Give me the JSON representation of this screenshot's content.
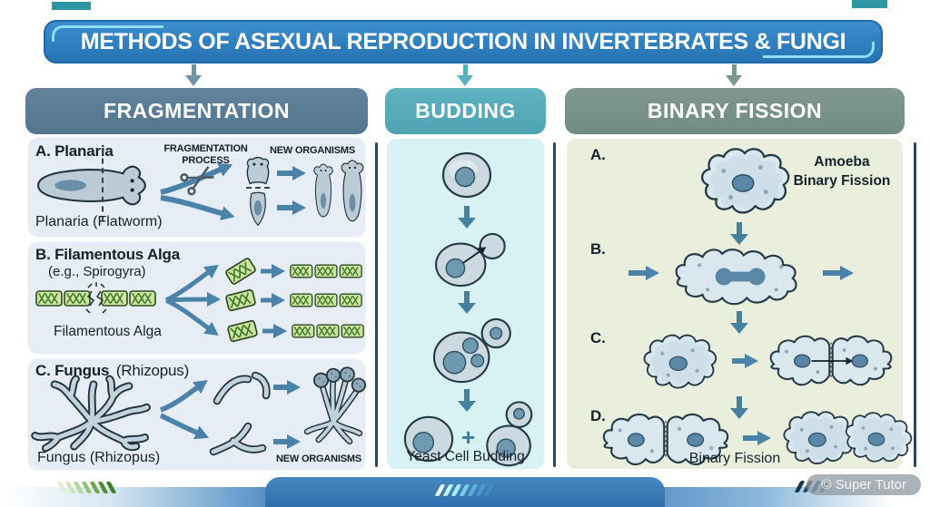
{
  "title": {
    "text": "METHODS OF ASEXUAL REPRODUCTION IN INVERTEBRATES & FUNGI"
  },
  "fragmentation": {
    "header": "FRAGMENTATION",
    "planaria": {
      "label": "A. Planaria",
      "process_top": "FRAGMENTATION",
      "process_bottom": "PROCESS",
      "new_organisms": "NEW ORGANISMS",
      "caption": "Planaria (Flatworm)"
    },
    "alga": {
      "label": "B. Filamentous Alga",
      "sublabel": "(e.g., Spirogyra)",
      "caption": "Filamentous Alga"
    },
    "fungus": {
      "label_bold": "C. Fungus",
      "label_normal": "(Rhizopus)",
      "caption": "Fungus (Rhizopus)",
      "new_organisms": "NEW ORGANISMS"
    }
  },
  "budding": {
    "header": "BUDDING",
    "plus": "+",
    "caption": "Yeast Cell Budding"
  },
  "binary_fission": {
    "header": "BINARY FISSION",
    "step_a": "A.",
    "step_b": "B.",
    "step_c": "C.",
    "step_d": "D.",
    "amoeba_line1": "Amoeba",
    "amoeba_line2": "Binary Fission",
    "caption": "Binary Fission"
  },
  "footer": {
    "watermark": "© Super Tutor"
  },
  "colors": {
    "banner_blue": "#2e81c4",
    "fragmentation_header": "#5a7d96",
    "budding_header": "#58aebc",
    "binary_header": "#7a948b",
    "arrow_blue": "#4a82aa",
    "panel_blue": "#e6edf4",
    "panel_cyan": "#d8f1f2",
    "panel_green": "#e9efdc",
    "cell_fill": "#cdd9e0",
    "nucleus": "#6f99af",
    "alga_green": "#cfe59f",
    "alga_dark": "#3d7a2e"
  }
}
